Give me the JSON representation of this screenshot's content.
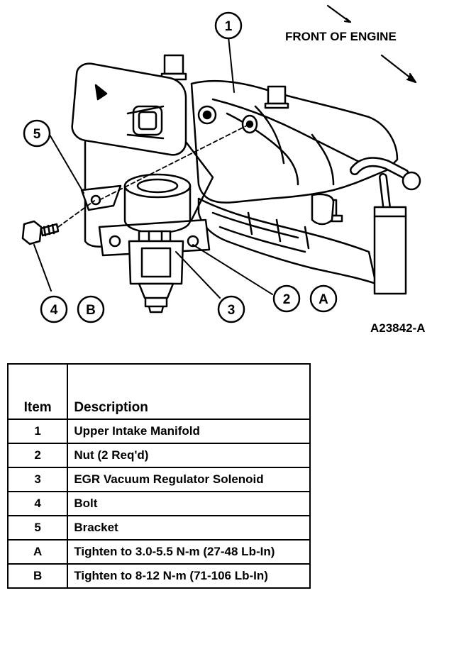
{
  "diagram": {
    "front_label": "FRONT OF ENGINE",
    "figure_id": "A23842-A",
    "callouts": {
      "c1": "1",
      "c2": "2",
      "c3": "3",
      "c4": "4",
      "c5": "5",
      "cA": "A",
      "cB": "B"
    }
  },
  "legend": {
    "headers": {
      "item": "Item",
      "description": "Description"
    },
    "rows": [
      {
        "item": "1",
        "description": "Upper Intake Manifold"
      },
      {
        "item": "2",
        "description": "Nut (2 Req'd)"
      },
      {
        "item": "3",
        "description": "EGR Vacuum Regulator Solenoid"
      },
      {
        "item": "4",
        "description": "Bolt"
      },
      {
        "item": "5",
        "description": "Bracket"
      },
      {
        "item": "A",
        "description": "Tighten to 3.0-5.5 N-m (27-48 Lb-In)"
      },
      {
        "item": "B",
        "description": "Tighten to 8-12 N-m (71-106 Lb-In)"
      }
    ]
  }
}
